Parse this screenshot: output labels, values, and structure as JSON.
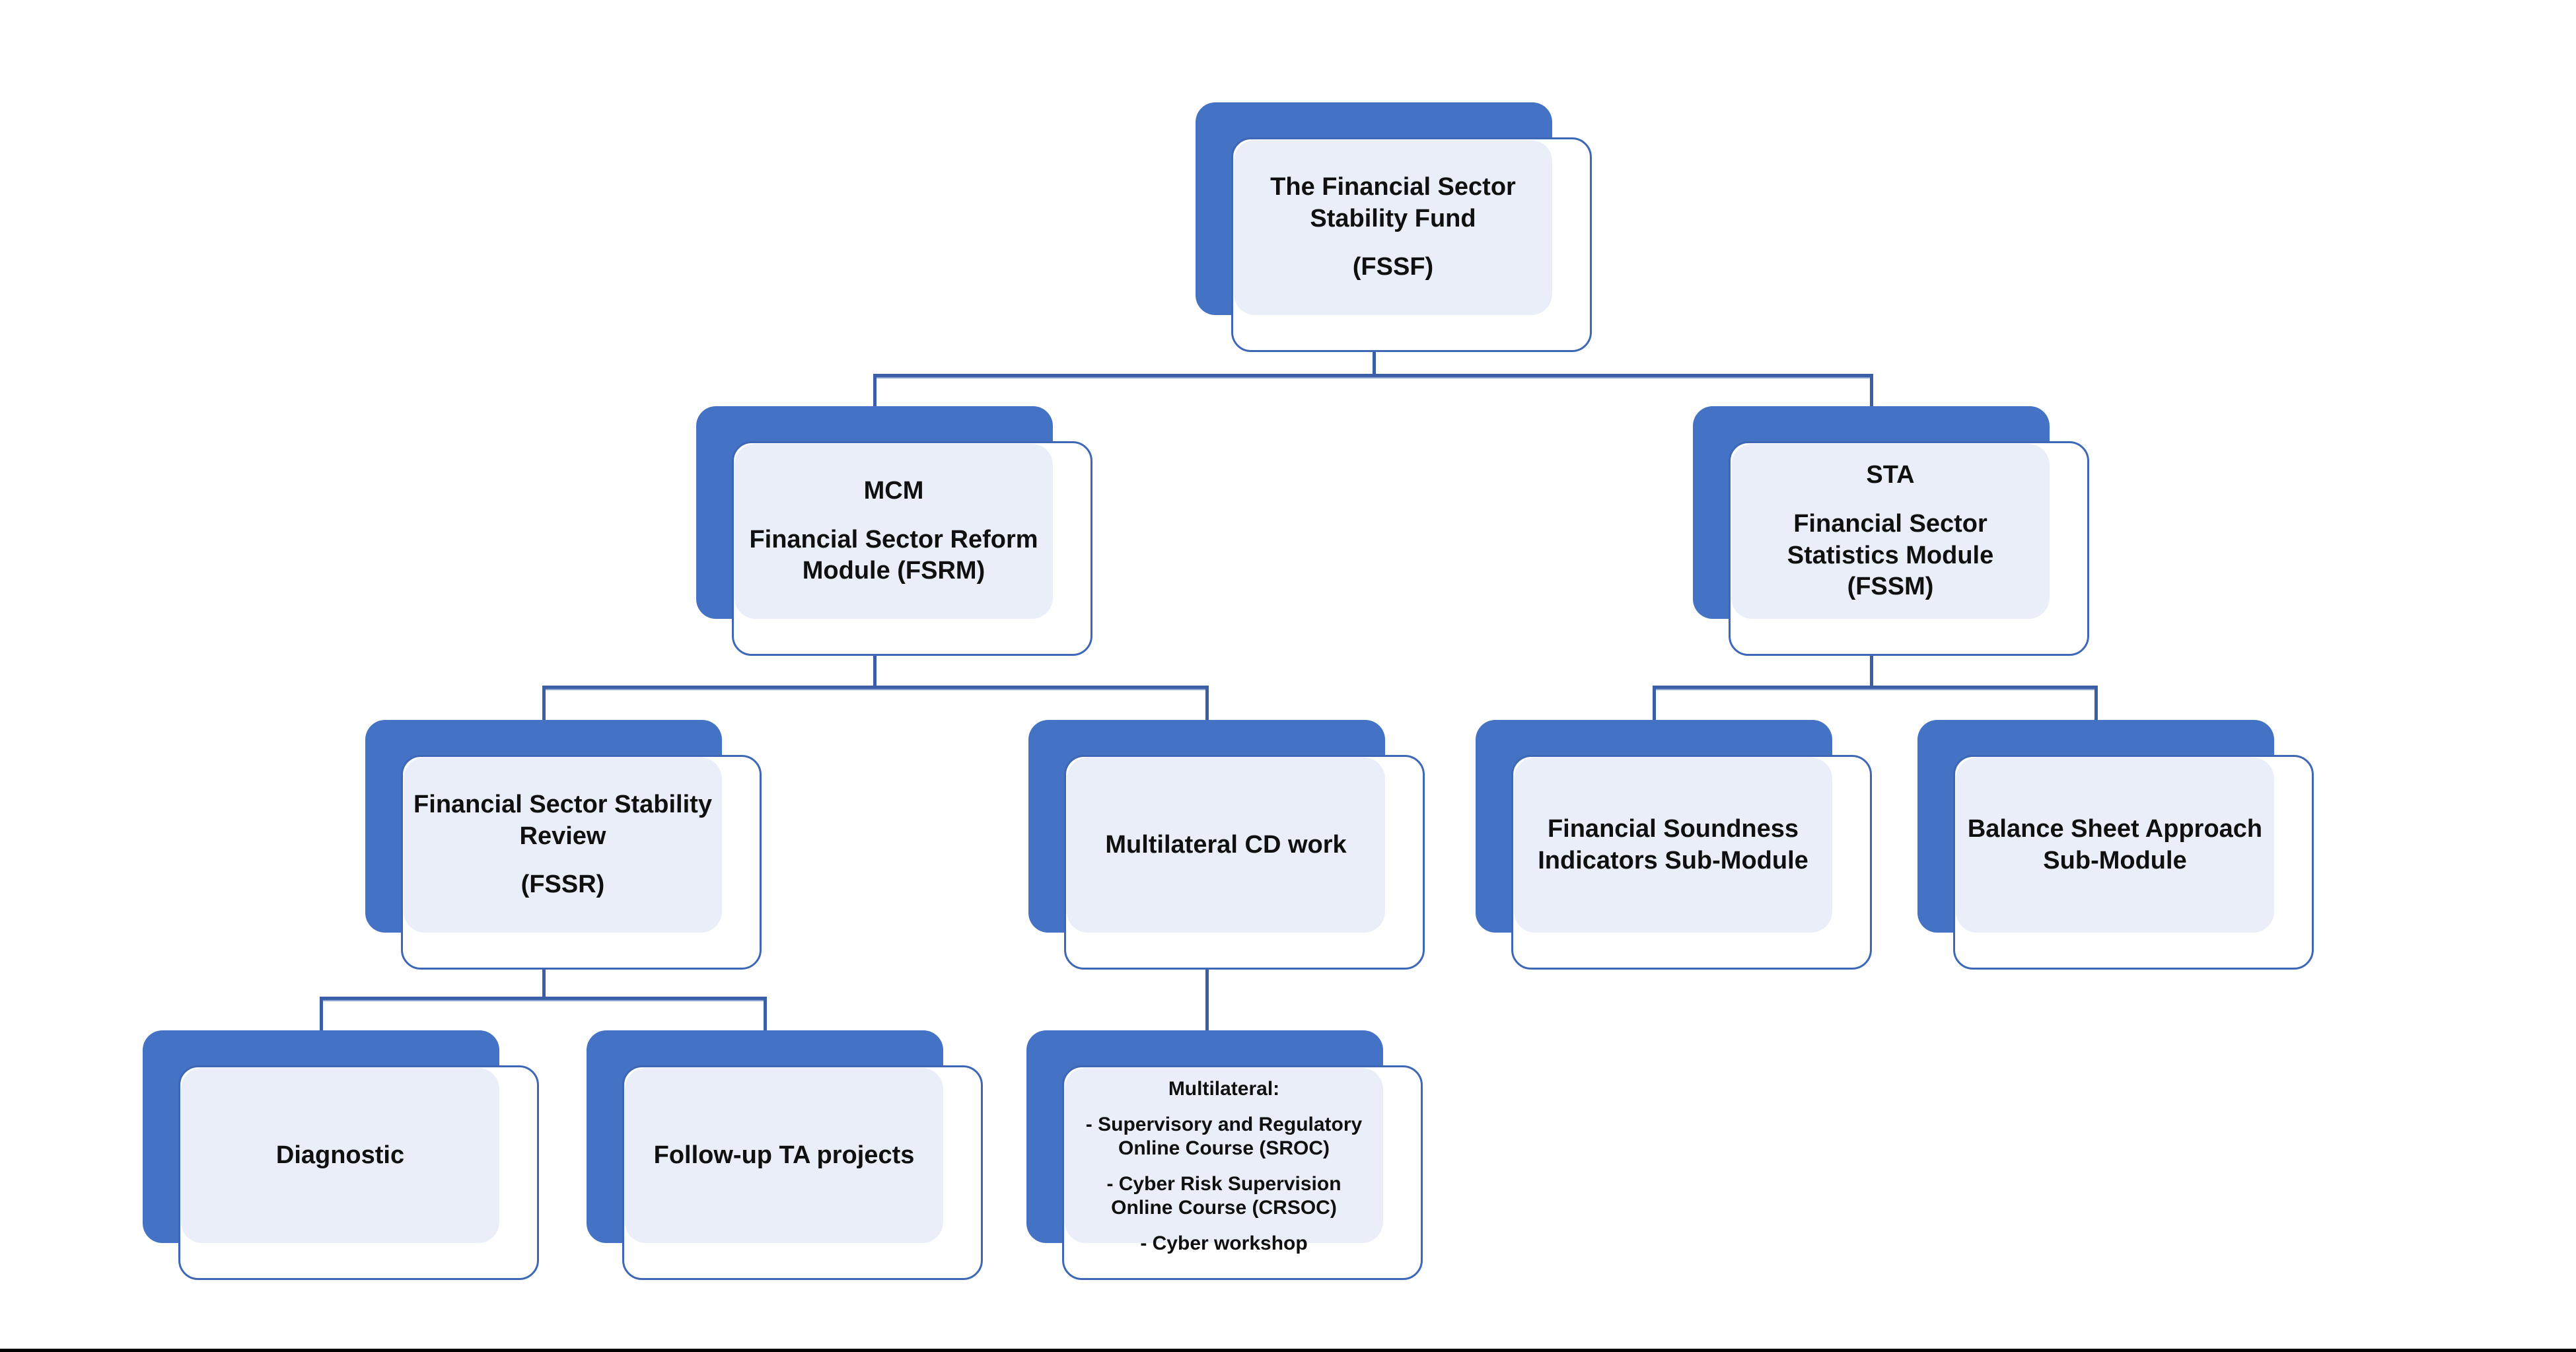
{
  "palette": {
    "node_shadow_fill": "#4472C4",
    "node_outline": "#3E68B5",
    "node_fill": "#EAEEF8",
    "connector": "#3B5FA6",
    "connector_inner": "#E2E8F4",
    "text": "#101010",
    "bottom_bar": "#000000",
    "background": "#FFFFFF"
  },
  "diagram": {
    "type": "org-chart",
    "nodes": {
      "fssf": {
        "paragraphs": [
          [
            "The Financial Sector",
            "Stability Fund"
          ],
          [
            "(FSSF)"
          ]
        ]
      },
      "mcm": {
        "paragraphs": [
          [
            "MCM"
          ],
          [
            "Financial Sector Reform",
            "Module (FSRM)"
          ]
        ]
      },
      "sta": {
        "paragraphs": [
          [
            "STA"
          ],
          [
            "Financial Sector",
            "Statistics Module",
            "(FSSM)"
          ]
        ]
      },
      "fssr": {
        "paragraphs": [
          [
            "Financial Sector Stability",
            "Review"
          ],
          [
            "(FSSR)"
          ]
        ]
      },
      "multilateral_cd": {
        "paragraphs": [
          [
            "Multilateral CD work"
          ]
        ]
      },
      "fsi": {
        "paragraphs": [
          [
            "Financial Soundness",
            "Indicators Sub-Module"
          ]
        ]
      },
      "bsa": {
        "paragraphs": [
          [
            "Balance Sheet Approach",
            "Sub-Module"
          ]
        ]
      },
      "diagnostic": {
        "paragraphs": [
          [
            "Diagnostic"
          ]
        ]
      },
      "followup": {
        "paragraphs": [
          [
            "Follow-up TA projects"
          ]
        ]
      },
      "multilateral_detail": {
        "paragraphs": [
          [
            "Multilateral:"
          ],
          [
            "- Supervisory and Regulatory",
            "Online Course (SROC)"
          ],
          [
            "- Cyber Risk Supervision",
            "Online Course (CRSOC)"
          ],
          [
            "- Cyber workshop"
          ]
        ]
      }
    },
    "edges": [
      {
        "from": "fssf",
        "to": "mcm"
      },
      {
        "from": "fssf",
        "to": "sta"
      },
      {
        "from": "mcm",
        "to": "fssr"
      },
      {
        "from": "mcm",
        "to": "multilateral_cd"
      },
      {
        "from": "sta",
        "to": "fsi"
      },
      {
        "from": "sta",
        "to": "bsa"
      },
      {
        "from": "fssr",
        "to": "diagnostic"
      },
      {
        "from": "fssr",
        "to": "followup"
      },
      {
        "from": "multilateral_cd",
        "to": "multilateral_detail"
      }
    ]
  }
}
